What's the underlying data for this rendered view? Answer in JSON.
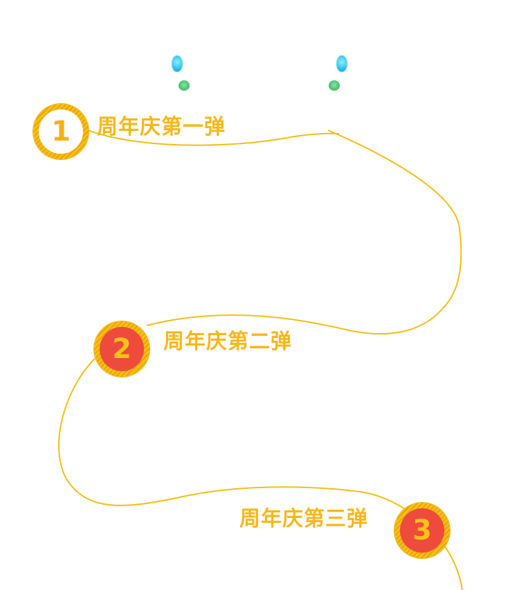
{
  "colors": {
    "accent": "#f7b719",
    "badge_red": "#ee4b3c",
    "line": "#f5bd12"
  },
  "stages": [
    {
      "number": "1",
      "title": "周年庆第一弹"
    },
    {
      "number": "2",
      "title": "周年庆第二弹"
    },
    {
      "number": "3",
      "title": "周年庆第三弹"
    }
  ]
}
